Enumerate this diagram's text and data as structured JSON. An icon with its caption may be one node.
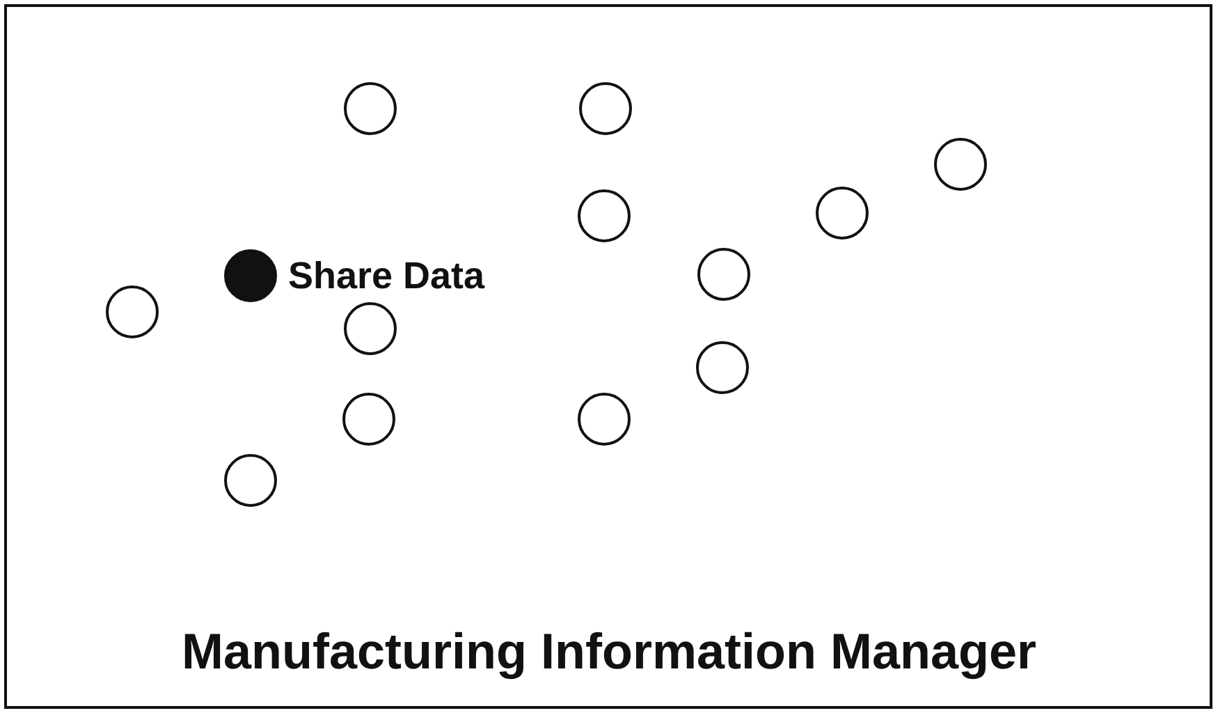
{
  "diagram": {
    "title": "Manufacturing Information Manager",
    "nodes": [
      {
        "text": [],
        "shape": "circle"
      },
      {
        "text": [],
        "shape": "circle"
      },
      {
        "text": [],
        "shape": "circle"
      },
      {
        "text": [],
        "shape": "circle"
      },
      {
        "text": [],
        "shape": "circle"
      },
      {
        "text": [],
        "shape": "dot",
        "beside": [
          "Share Data"
        ]
      },
      {
        "text": [],
        "shape": "circle"
      },
      {
        "text": [],
        "shape": "circle"
      },
      {
        "text": [],
        "shape": "circle"
      },
      {
        "text": [],
        "shape": "circle"
      },
      {
        "text": [],
        "shape": "circle"
      },
      {
        "text": [],
        "shape": "circle"
      },
      {
        "text": [],
        "shape": "circle"
      }
    ]
  }
}
